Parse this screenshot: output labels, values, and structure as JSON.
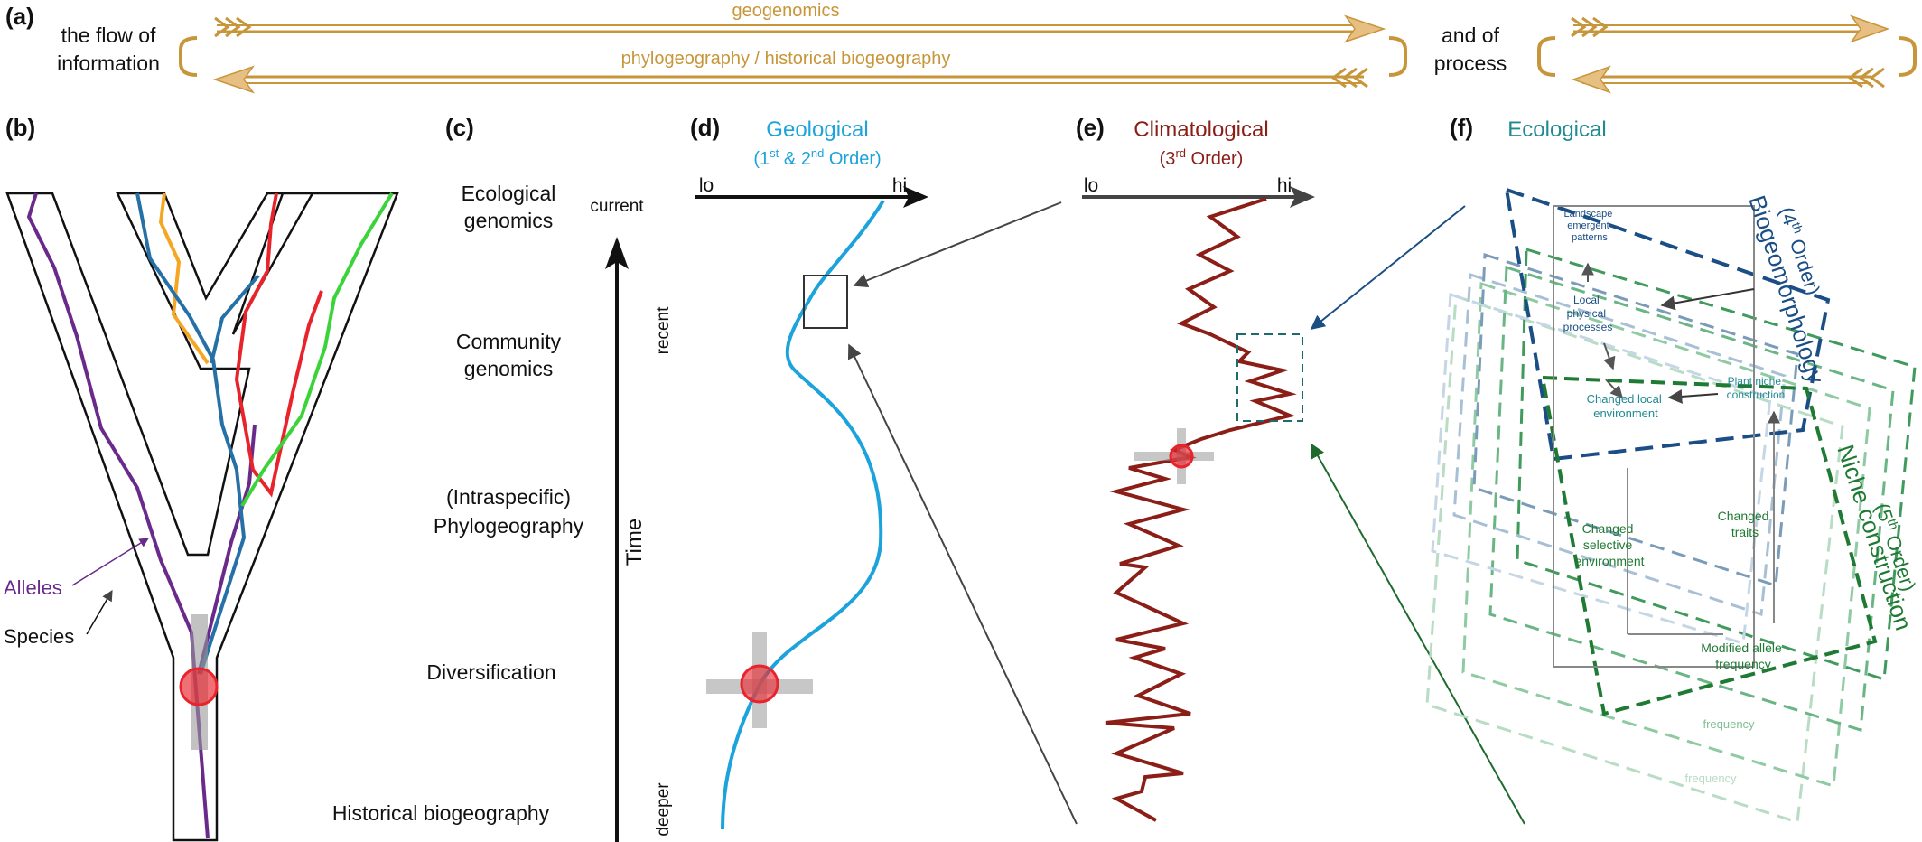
{
  "panel_a": {
    "letter": "(a)",
    "flow_label_1": "the flow of",
    "flow_label_2": "information",
    "arrow_top_label": "geogenomics",
    "arrow_bottom_label": "phylogeography / historical biogeography",
    "process_label_1": "and of",
    "process_label_2": "process"
  },
  "panel_b": {
    "letter": "(b)",
    "alleles_label": "Alleles",
    "species_label": "Species"
  },
  "panel_c": {
    "letter": "(c)",
    "levels": [
      "Ecological",
      "genomics",
      "Community",
      "genomics",
      "(Intraspecific)",
      "Phylogeography",
      "Diversification",
      "Historical biogeography"
    ],
    "axis_title": "Time",
    "axis_top": "current",
    "axis_recent": "recent",
    "axis_bottom": "deeper"
  },
  "panel_d": {
    "letter": "(d)",
    "title": "Geological",
    "subtitle_pre": "(1",
    "sup1": "st",
    "subtitle_mid": " & 2",
    "sup2": "nd",
    "subtitle_post": " Order)",
    "lo": "lo",
    "hi": "hi"
  },
  "panel_e": {
    "letter": "(e)",
    "title": "Climatological",
    "subtitle_pre": "(3",
    "sup": "rd",
    "subtitle_post": " Order)",
    "lo": "lo",
    "hi": "hi"
  },
  "panel_f": {
    "letter": "(f)",
    "title": "Ecological",
    "order4_pre": "(4",
    "order4_sup": "th",
    "order4_post": " Order)",
    "biogeomorphology": "Biogeomorphology",
    "order5_pre": "(5",
    "order5_sup": "th",
    "order5_post": " Order)",
    "niche_construction": "Niche construction",
    "landscape": [
      "Landscape",
      "emergent",
      "patterns"
    ],
    "local_physical": [
      "Local",
      "physical",
      "processes"
    ],
    "plant_niche": [
      "Plant niche",
      "construction"
    ],
    "changed_local": [
      "Changed local",
      "environment"
    ],
    "changed_selective": [
      "Changed",
      "selective",
      "environment"
    ],
    "changed_traits": [
      "Changed",
      "traits"
    ],
    "modified_allele": [
      "Modified allele",
      "frequency"
    ],
    "frequency_1": "frequency",
    "frequency_2": "frequency"
  },
  "colors": {
    "gold": "#c8963a",
    "geological_blue": "#1ca3dc",
    "climate_red": "#8b1e16",
    "ecological_teal": "#1f8a92",
    "biogeo_navy": "#1a4e85",
    "niche_green": "#1f7a33",
    "marker_red": "#e8232b"
  }
}
